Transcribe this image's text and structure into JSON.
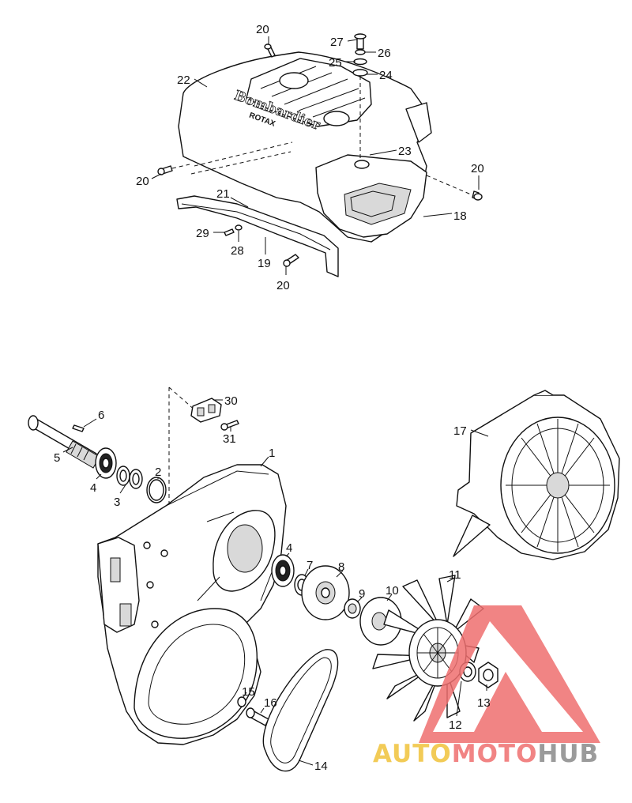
{
  "diagram": {
    "upper_assembly": {
      "cover_logo": "Bombardier",
      "cover_logo_sub": "ROTAX",
      "labels": [
        {
          "id": "p20a",
          "text": "20"
        },
        {
          "id": "p27",
          "text": "27"
        },
        {
          "id": "p26",
          "text": "26"
        },
        {
          "id": "p25",
          "text": "25"
        },
        {
          "id": "p24",
          "text": "24"
        },
        {
          "id": "p22",
          "text": "22"
        },
        {
          "id": "p23",
          "text": "23"
        },
        {
          "id": "p20b",
          "text": "20"
        },
        {
          "id": "p20c",
          "text": "20"
        },
        {
          "id": "p21",
          "text": "21"
        },
        {
          "id": "p18",
          "text": "18"
        },
        {
          "id": "p29",
          "text": "29"
        },
        {
          "id": "p28",
          "text": "28"
        },
        {
          "id": "p19",
          "text": "19"
        },
        {
          "id": "p20d",
          "text": "20"
        }
      ]
    },
    "lower_assembly": {
      "labels": [
        {
          "id": "p30",
          "text": "30"
        },
        {
          "id": "p31",
          "text": "31"
        },
        {
          "id": "p6",
          "text": "6"
        },
        {
          "id": "p5",
          "text": "5"
        },
        {
          "id": "p4a",
          "text": "4"
        },
        {
          "id": "p3",
          "text": "3"
        },
        {
          "id": "p2",
          "text": "2"
        },
        {
          "id": "p1",
          "text": "1"
        },
        {
          "id": "p17",
          "text": "17"
        },
        {
          "id": "p4b",
          "text": "4"
        },
        {
          "id": "p7",
          "text": "7"
        },
        {
          "id": "p8",
          "text": "8"
        },
        {
          "id": "p9",
          "text": "9"
        },
        {
          "id": "p10",
          "text": "10"
        },
        {
          "id": "p11",
          "text": "11"
        },
        {
          "id": "p15",
          "text": "15"
        },
        {
          "id": "p16",
          "text": "16"
        },
        {
          "id": "p13",
          "text": "13"
        },
        {
          "id": "p12",
          "text": "12"
        },
        {
          "id": "p14",
          "text": "14"
        }
      ]
    }
  },
  "watermark": {
    "part1": "AUTO",
    "part2": "MOTO",
    "part3": "HUB",
    "colors": {
      "auto": "#f0c23a",
      "moto": "#ef6f6f",
      "hub": "#8a8a8a",
      "triangle": "#ef6f6f"
    }
  }
}
